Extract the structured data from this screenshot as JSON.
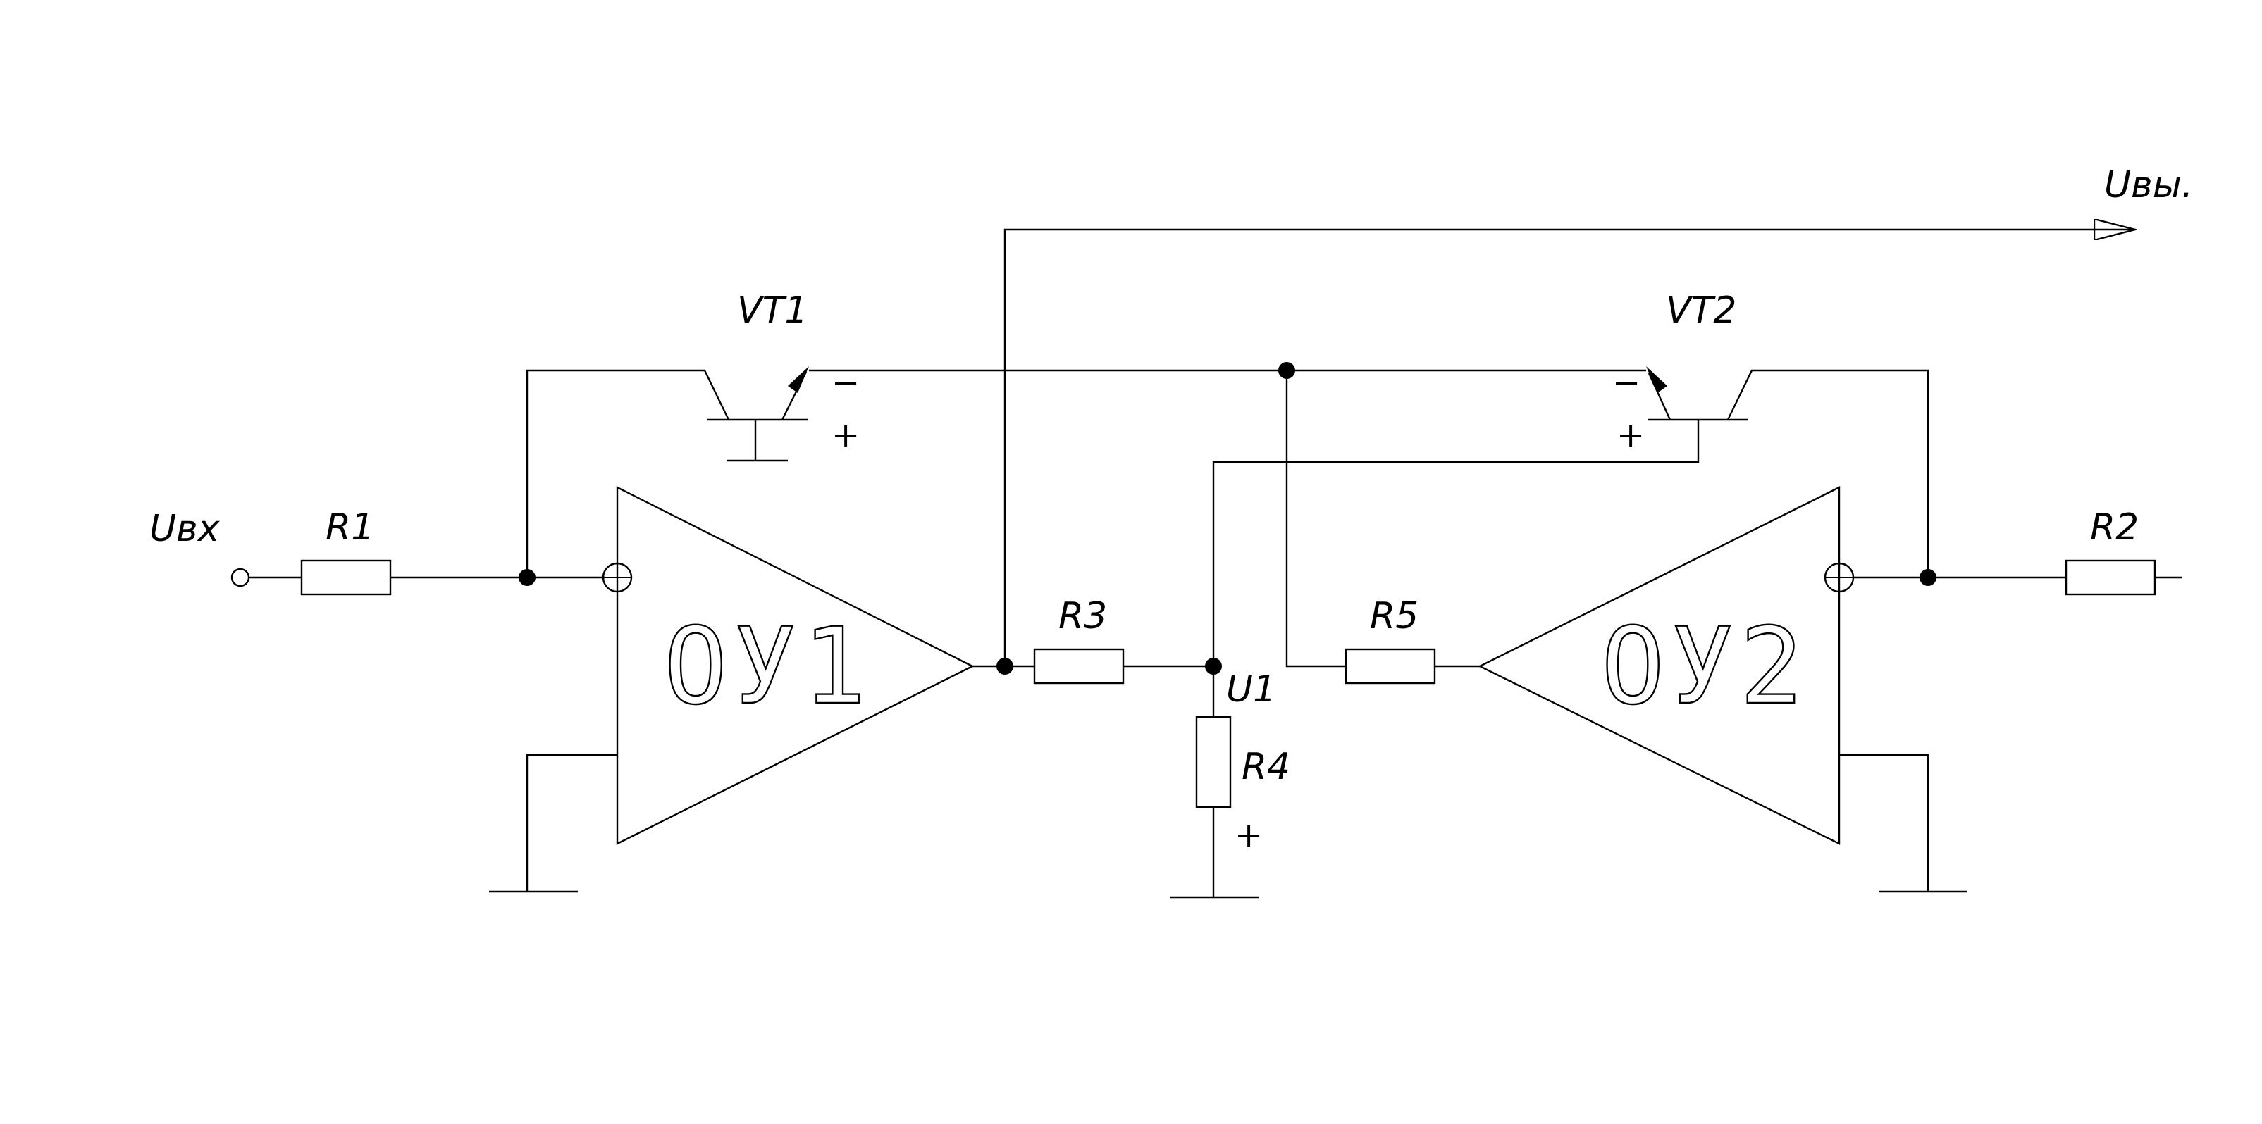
{
  "diagram": {
    "labels": {
      "input": "Uвх",
      "output": "Uвы.",
      "r1": "R1",
      "r2": "R2",
      "r3": "R3",
      "r4": "R4",
      "r5": "R5",
      "vt1": "VT1",
      "vt2": "VT2",
      "u1": "U1",
      "opamp1": "ОУ1",
      "opamp2": "ОУ2",
      "vt1_minus": "−",
      "vt1_plus": "+",
      "vt2_minus": "−",
      "vt2_plus": "+",
      "r4_plus": "+"
    },
    "colors": {
      "line": "#000000",
      "background": "#ffffff"
    }
  }
}
